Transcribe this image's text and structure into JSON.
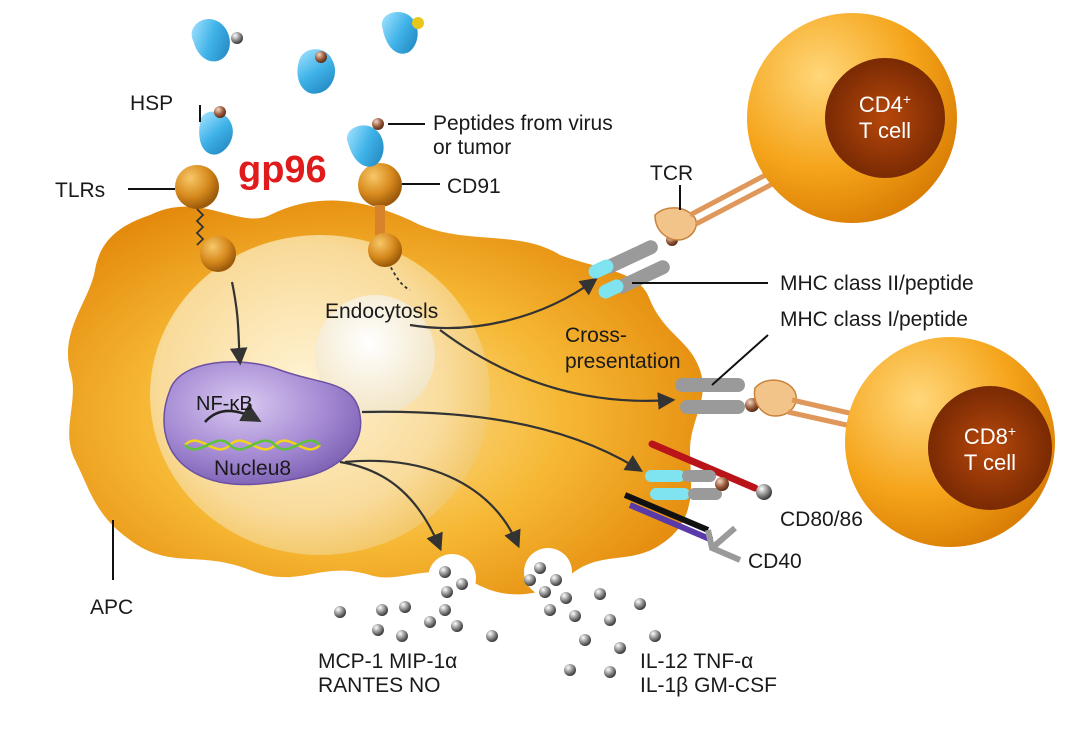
{
  "title": "gp96",
  "labels": {
    "hsp": "HSP",
    "tlrs": "TLRs",
    "peptides_line1": "Peptides from virus",
    "peptides_line2": "or tumor",
    "cd91": "CD91",
    "tcr": "TCR",
    "mhc2": "MHC  class II/peptide",
    "mhc1": "MHC  class I/peptide",
    "endocytosis": "Endocytosls",
    "cross_line1": "Cross-",
    "cross_line2": "presentation",
    "nfkb": "NF-κB",
    "nucleus": "Nucleu8",
    "apc": "APC",
    "cd8086": "CD80/86",
    "cd40": "CD40",
    "cyto_left_line1": "MCP-1  MIP-1α",
    "cyto_left_line2": "RANTES  NO",
    "cyto_right_line1": "IL-12  TNF-α",
    "cyto_right_line2": "IL-1β  GM-CSF"
  },
  "tcells": {
    "cd4_name": "CD4",
    "cd4_sup": "+",
    "cd4_line2": "T cell",
    "cd8_name": "CD8",
    "cd8_sup": "+",
    "cd8_line2": "T cell"
  },
  "colors": {
    "title_red": "#e01b1b",
    "apc_orange": "#f2a31b",
    "tcell_orange": "#f39a14",
    "nucleus_purple": "#9a7ec8",
    "hsp_blue": "#4ab8ea",
    "mhc_cyan": "#7fe3f0"
  },
  "icons": [
    "hsp-protein-icon",
    "receptor-ball-icon",
    "cytokine-bead-icon"
  ]
}
